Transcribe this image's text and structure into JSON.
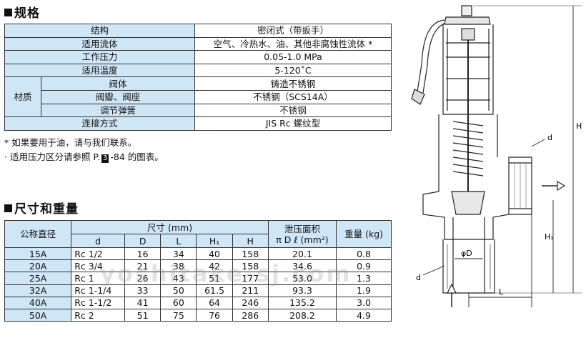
{
  "spec": {
    "heading": "规格",
    "rows": [
      {
        "label": "结构",
        "value": "密闭式（带扳手）"
      },
      {
        "label": "适用流体",
        "value": "空气、冷热水、油、其他非腐蚀性流体 *"
      },
      {
        "label": "工作压力",
        "value": "0.05-1.0 MPa"
      },
      {
        "label": "适用温度",
        "value": "5-120˚C"
      }
    ],
    "material": {
      "group_label": "材质",
      "rows": [
        {
          "label": "阀体",
          "value": "铸造不锈钢"
        },
        {
          "label": "阀瓣、阀座",
          "value": "不锈钢（SCS14A）"
        },
        {
          "label": "调节弹簧",
          "value": "不锈钢"
        }
      ]
    },
    "connection": {
      "label": "连接方式",
      "value": "JIS Rc 螺纹型"
    },
    "notes": {
      "note1": "* 如果要用于油，请与我们联系。",
      "note2_prefix": "· 适用压力区分请参照 P.",
      "note2_ref": "3",
      "note2_suffix": "-84 的图表。"
    }
  },
  "dimensions": {
    "heading": "尺寸和重量",
    "col_size": "公称直径",
    "col_dims": "尺寸 (mm)",
    "col_area_line1": "泄压面积",
    "col_area_line2": "π D ℓ (mm²)",
    "col_weight": "重量 (kg)",
    "sub_headers": {
      "d": "d",
      "D": "D",
      "L": "L",
      "H1": "H₁",
      "H": "H"
    },
    "rows": [
      {
        "size": "15A",
        "d": "Rc 1/2",
        "D": "16",
        "L": "34",
        "H1": "40",
        "H": "158",
        "area": "20.1",
        "weight": "0.8"
      },
      {
        "size": "20A",
        "d": "Rc 3/4",
        "D": "21",
        "L": "38",
        "H1": "42",
        "H": "158",
        "area": "34.6",
        "weight": "0.9"
      },
      {
        "size": "25A",
        "d": "Rc 1",
        "D": "26",
        "L": "43",
        "H1": "51",
        "H": "177",
        "area": "53.0",
        "weight": "1.3"
      },
      {
        "size": "32A",
        "d": "Rc 1-1/4",
        "D": "33",
        "L": "50",
        "H1": "61.5",
        "H": "211",
        "area": "93.3",
        "weight": "1.9"
      },
      {
        "size": "40A",
        "d": "Rc 1-1/2",
        "D": "41",
        "L": "60",
        "H1": "64",
        "H": "246",
        "area": "135.2",
        "weight": "3.0"
      },
      {
        "size": "50A",
        "d": "Rc 2",
        "D": "51",
        "L": "75",
        "H1": "76",
        "H": "286",
        "area": "208.2",
        "weight": "4.9"
      }
    ]
  },
  "diagram": {
    "label_H": "H",
    "label_H1": "H₁",
    "label_L": "L",
    "label_d_top": "d",
    "label_d_bottom": "d",
    "label_phiD": "φD"
  },
  "watermark": "yoshitake-sj.com",
  "colors": {
    "header_bg": "#cfe6f6",
    "border": "#333333"
  }
}
